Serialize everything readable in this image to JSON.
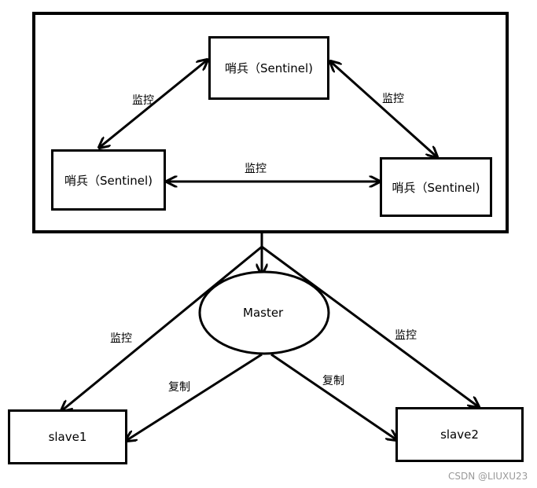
{
  "diagram": {
    "colors": {
      "stroke": "#000000",
      "background": "#ffffff",
      "watermark": "#9a9a9a"
    },
    "nodes": {
      "sentinel_top": "哨兵（Sentinel)",
      "sentinel_left": "哨兵（Sentinel)",
      "sentinel_right": "哨兵（Sentinel)",
      "master": "Master",
      "slave1": "slave1",
      "slave2": "slave2"
    },
    "edge_labels": {
      "monitor_top_left": "监控",
      "monitor_top_right": "监控",
      "monitor_left_right": "监控",
      "monitor_to_slave1": "监控",
      "monitor_to_slave2": "监控",
      "replicate_to_slave1": "复制",
      "replicate_to_slave2": "复制"
    },
    "watermark": "CSDN @LIUXU23"
  }
}
